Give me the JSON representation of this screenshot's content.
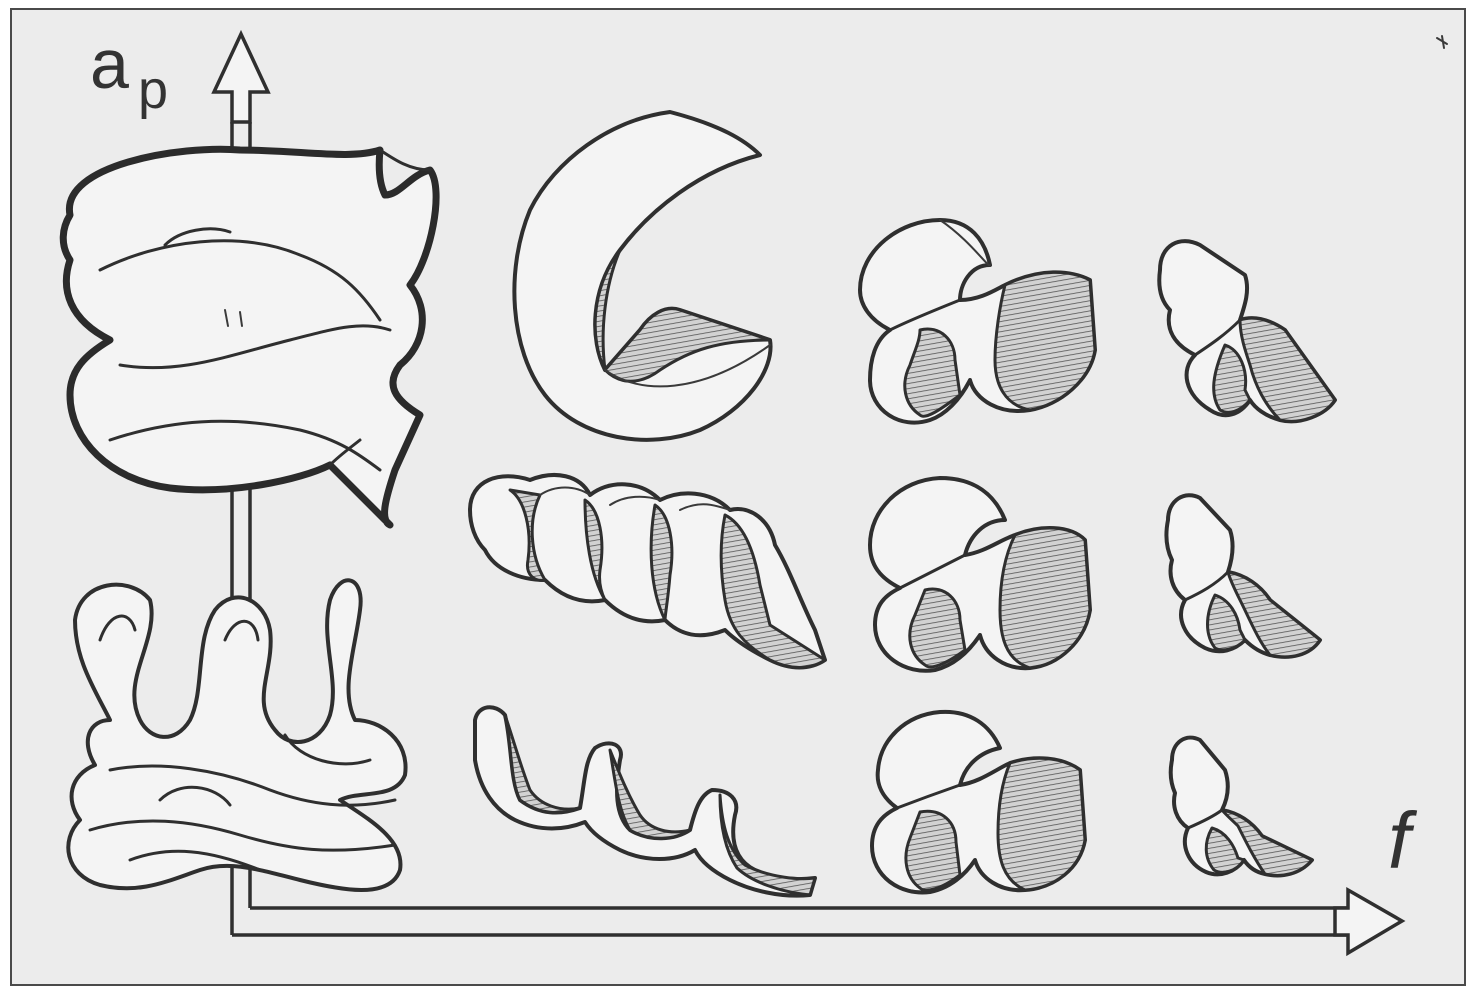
{
  "axes": {
    "vertical_label_main": "a",
    "vertical_label_sub": "p",
    "horizontal_label": "f"
  },
  "colors": {
    "background": "#ececec",
    "ink": "#2f2f2f",
    "hatch": "#555555"
  },
  "chip_grid": {
    "rows": 3,
    "columns": 3
  }
}
